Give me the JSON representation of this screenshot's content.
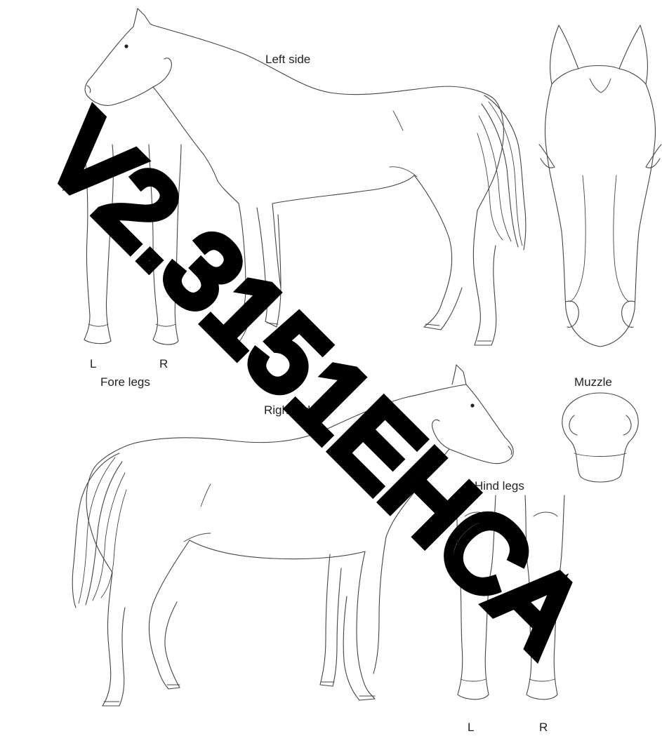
{
  "labels": {
    "left_side": "Left side",
    "right_side": "Right side",
    "fore_legs": "Fore legs",
    "hind_legs": "Hind legs",
    "muzzle": "Muzzle",
    "fore_left": "L",
    "fore_right": "R",
    "hind_left": "L",
    "hind_right": "R"
  },
  "watermark": {
    "text": "V2.3151EHCA"
  },
  "colors": {
    "line": "#444444",
    "text": "#222222",
    "watermark": "#000000",
    "background": "#ffffff"
  }
}
